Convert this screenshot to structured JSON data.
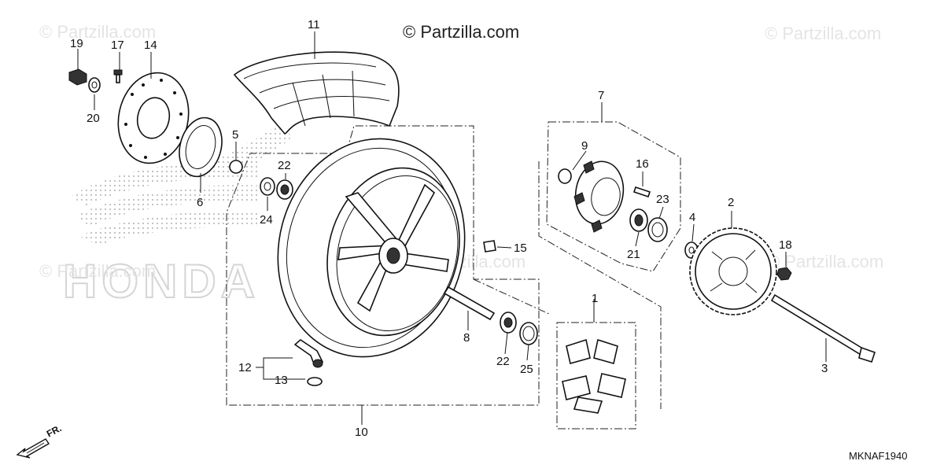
{
  "watermark": {
    "main": "© Partzilla.com",
    "faded": [
      "© Partzilla.com",
      "© Partzilla.com",
      "© Partzilla.com",
      "© Partzilla.com",
      "© Partzilla.com"
    ]
  },
  "logo": {
    "text": "HONDA"
  },
  "diagram_code": "MKNAF1940",
  "direction_indicator": "FR.",
  "callouts": [
    "1",
    "2",
    "3",
    "4",
    "5",
    "6",
    "7",
    "8",
    "9",
    "10",
    "11",
    "12",
    "13",
    "14",
    "15",
    "16",
    "17",
    "18",
    "19",
    "20",
    "21",
    "22",
    "22",
    "23",
    "24",
    "25"
  ]
}
